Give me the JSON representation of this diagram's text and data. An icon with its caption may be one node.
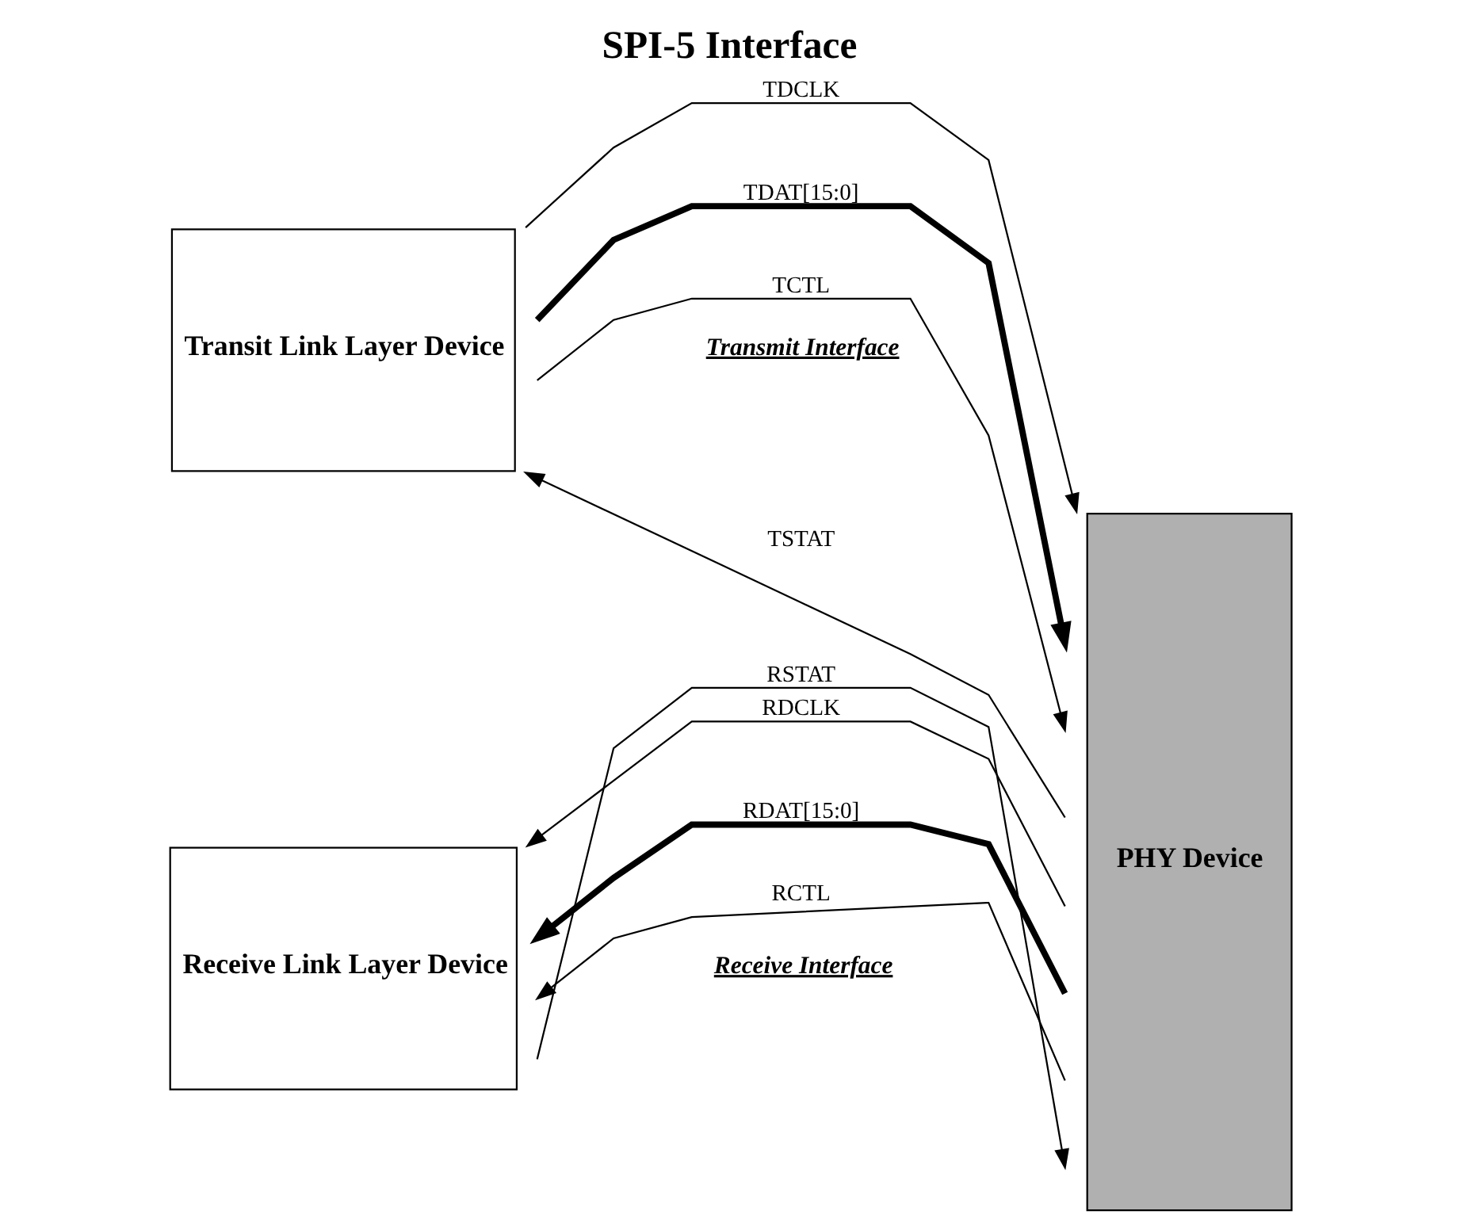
{
  "diagram": {
    "title": "SPI-5 Interface",
    "nodes": [
      {
        "text": [
          "Transit Link Layer Device"
        ]
      },
      {
        "text": [
          "PHY Device"
        ]
      },
      {
        "text": [
          "Receive Link Layer Device"
        ]
      }
    ],
    "edges": [
      {
        "from": 0,
        "to": 1,
        "arrow": "to",
        "label": "TDCLK"
      },
      {
        "from": 0,
        "to": 1,
        "arrow": "to",
        "label": "TDAT[15:0]",
        "style": "thick"
      },
      {
        "from": 0,
        "to": 1,
        "arrow": "to",
        "label": "TCTL"
      },
      {
        "from": 1,
        "to": 0,
        "arrow": "to",
        "label": "TSTAT"
      },
      {
        "from": 1,
        "to": 2,
        "arrow": "to",
        "label": "RDCLK"
      },
      {
        "from": 1,
        "to": 2,
        "arrow": "to",
        "label": "RDAT[15:0]",
        "style": "thick"
      },
      {
        "from": 1,
        "to": 2,
        "arrow": "to",
        "label": "RCTL"
      },
      {
        "from": 2,
        "to": 1,
        "arrow": "to",
        "label": "RSTAT"
      }
    ],
    "labels": [
      "Transmit Interface",
      "Receive Interface"
    ]
  }
}
